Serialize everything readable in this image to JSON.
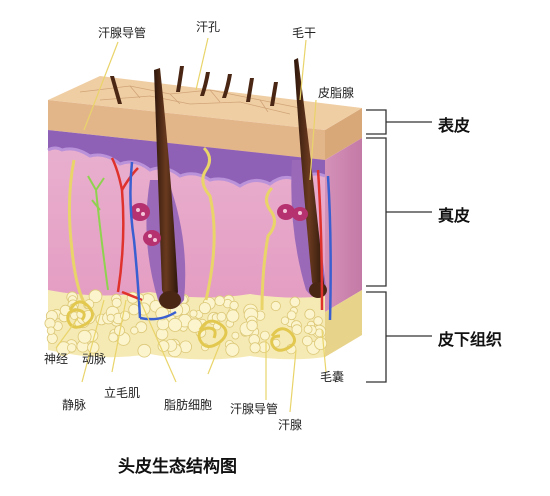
{
  "title": "头皮生态结构图",
  "labels": {
    "sweat_duct_top": "汗腺导管",
    "pore": "汗孔",
    "hair_shaft": "毛干",
    "sebaceous_gland": "皮脂腺",
    "nerve": "神经",
    "artery": "动脉",
    "vein": "静脉",
    "arrector_muscle": "立毛肌",
    "fat_cell": "脂肪细胞",
    "sweat_duct_bottom": "汗腺导管",
    "sweat_gland": "汗腺",
    "follicle": "毛囊"
  },
  "layers": {
    "epidermis": "表皮",
    "dermis": "真皮",
    "subcutis": "皮下组织"
  },
  "colors": {
    "epidermis": "#e9c49a",
    "dermis": "#e6a2c4",
    "dermis_side": "#ce87b0",
    "basal": "#8e61b7",
    "fat": "#f2e6a5",
    "hair": "#4a2614",
    "duct": "#e9d46a",
    "artery": "#e0322c",
    "vein": "#3a5fd0",
    "nerve": "#8fd24f"
  }
}
